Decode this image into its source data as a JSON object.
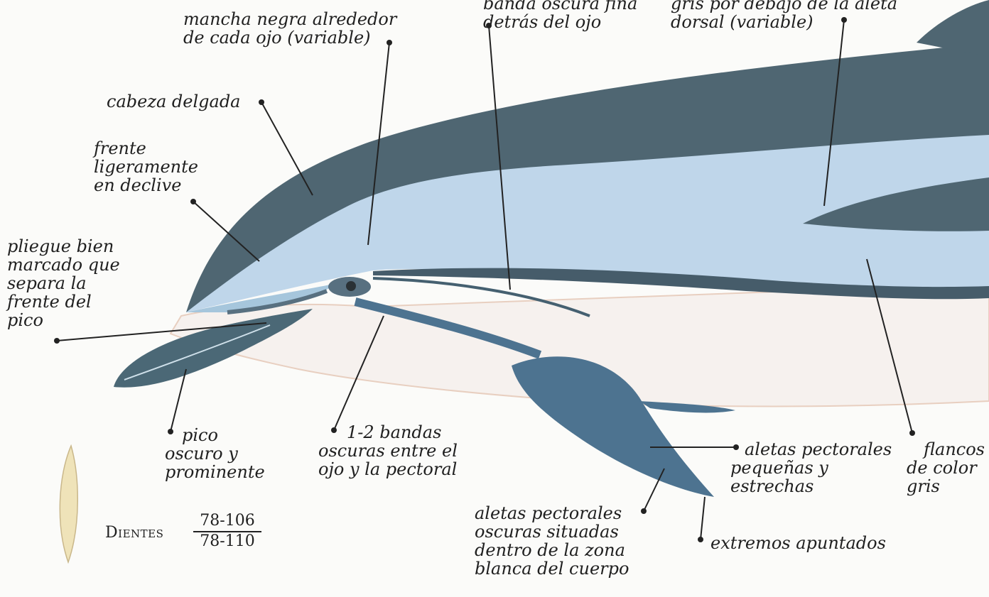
{
  "labels": {
    "mancha": "mancha negra alrededor\nde cada ojo (variable)",
    "banda": "banda oscura fina\ndetrás del ojo",
    "dorsal": "gris por debajo de la aleta\ndorsal (variable)",
    "cabeza": "cabeza delgada",
    "frente": "frente\nligeramente\nen declive",
    "pliegue": "pliegue bien\nmarcado que\nsepara la\nfrente del\npico",
    "pico": "pico\noscuro y\nprominente",
    "bandas": "1-2 bandas\noscuras entre el\nojo y la pectoral",
    "aletas_small": "aletas pectorales\npequeñas y\nestrechas",
    "flancos": "flancos\nde color\ngris",
    "aletas_dark": "aletas pectorales\noscuras situadas\ndentro de la zona\nblanca del cuerpo",
    "extremos": "extremos apuntados"
  },
  "teeth": {
    "word": "Dientes",
    "upper": "78-106",
    "lower": "78-110"
  },
  "colors": {
    "dark_dorsal": "#4f6672",
    "light_blue": "#bfd6ea",
    "belly": "#f6f1ee",
    "fin_blue": "#4d7390",
    "leader": "#222222"
  }
}
